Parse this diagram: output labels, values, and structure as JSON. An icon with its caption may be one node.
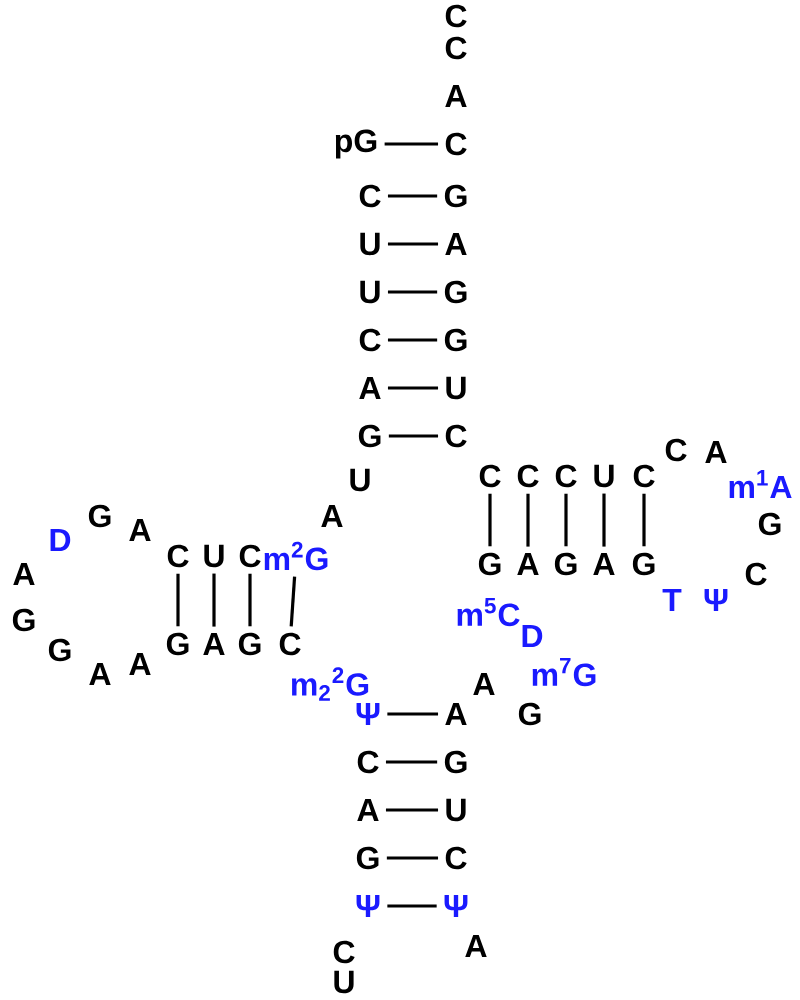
{
  "diagram": {
    "nodes": [
      {
        "text": [
          "pG"
        ]
      },
      {
        "text": [
          "C"
        ]
      },
      {
        "text": [
          "U"
        ]
      },
      {
        "text": [
          "U"
        ]
      },
      {
        "text": [
          "C"
        ]
      },
      {
        "text": [
          "A"
        ]
      },
      {
        "text": [
          "G"
        ]
      },
      {
        "text": [
          "U"
        ]
      },
      {
        "text": [
          "A"
        ]
      },
      {
        "text": [
          "m$^{2}$G"
        ]
      },
      {
        "text": [
          "C"
        ]
      },
      {
        "text": [
          "U"
        ]
      },
      {
        "text": [
          "C"
        ]
      },
      {
        "text": [
          "A"
        ]
      },
      {
        "text": [
          "G"
        ]
      },
      {
        "text": [
          "D"
        ]
      },
      {
        "text": [
          "A"
        ]
      },
      {
        "text": [
          "G"
        ]
      },
      {
        "text": [
          "G"
        ]
      },
      {
        "text": [
          "A"
        ]
      },
      {
        "text": [
          "A"
        ]
      },
      {
        "text": [
          "G"
        ]
      },
      {
        "text": [
          "A"
        ]
      },
      {
        "text": [
          "G"
        ]
      },
      {
        "text": [
          "C"
        ]
      },
      {
        "text": [
          "m$_{2}$$^{2}$G"
        ]
      },
      {
        "text": [
          "Ψ"
        ]
      },
      {
        "text": [
          "C"
        ]
      },
      {
        "text": [
          "A"
        ]
      },
      {
        "text": [
          "G"
        ]
      },
      {
        "text": [
          "Ψ"
        ]
      },
      {
        "text": [
          "C"
        ]
      },
      {
        "text": [
          "U"
        ]
      },
      {
        "text": [
          "A"
        ]
      },
      {
        "text": [
          "Ψ"
        ]
      },
      {
        "text": [
          "C"
        ]
      },
      {
        "text": [
          "U"
        ]
      },
      {
        "text": [
          "G"
        ]
      },
      {
        "text": [
          "A"
        ]
      },
      {
        "text": [
          "G"
        ]
      },
      {
        "text": [
          "A"
        ]
      },
      {
        "text": [
          "m$^{7}$G"
        ]
      },
      {
        "text": [
          "D"
        ]
      },
      {
        "text": [
          "m$^{5}$C"
        ]
      },
      {
        "text": [
          "G"
        ]
      },
      {
        "text": [
          "A"
        ]
      },
      {
        "text": [
          "G"
        ]
      },
      {
        "text": [
          "A"
        ]
      },
      {
        "text": [
          "G"
        ]
      },
      {
        "text": [
          "T"
        ]
      },
      {
        "text": [
          "Ψ"
        ]
      },
      {
        "text": [
          "C"
        ]
      },
      {
        "text": [
          "G"
        ]
      },
      {
        "text": [
          "m$^{1}$A"
        ]
      },
      {
        "text": [
          "A"
        ]
      },
      {
        "text": [
          "C"
        ]
      },
      {
        "text": [
          "C"
        ]
      },
      {
        "text": [
          "U"
        ]
      },
      {
        "text": [
          "C"
        ]
      },
      {
        "text": [
          "C"
        ]
      },
      {
        "text": [
          "C"
        ]
      },
      {
        "text": [
          "C"
        ]
      },
      {
        "text": [
          "U"
        ]
      },
      {
        "text": [
          "G"
        ]
      },
      {
        "text": [
          "G"
        ]
      },
      {
        "text": [
          "A"
        ]
      },
      {
        "text": [
          "G"
        ]
      },
      {
        "text": [
          "C"
        ]
      },
      {
        "text": [
          "A"
        ]
      },
      {
        "text": [
          "C"
        ]
      },
      {
        "text": [
          "C"
        ]
      }
    ],
    "edges": [
      {
        "from": 0,
        "to": 67,
        "arrow": "none"
      },
      {
        "from": 1,
        "to": 66,
        "arrow": "none"
      },
      {
        "from": 2,
        "to": 65,
        "arrow": "none"
      },
      {
        "from": 3,
        "to": 64,
        "arrow": "none"
      },
      {
        "from": 4,
        "to": 63,
        "arrow": "none"
      },
      {
        "from": 5,
        "to": 62,
        "arrow": "none"
      },
      {
        "from": 6,
        "to": 61,
        "arrow": "none"
      },
      {
        "from": 12,
        "to": 21,
        "arrow": "none"
      },
      {
        "from": 11,
        "to": 22,
        "arrow": "none"
      },
      {
        "from": 10,
        "to": 23,
        "arrow": "none"
      },
      {
        "from": 9,
        "to": 24,
        "arrow": "none"
      },
      {
        "from": 26,
        "to": 38,
        "arrow": "none"
      },
      {
        "from": 27,
        "to": 37,
        "arrow": "none"
      },
      {
        "from": 28,
        "to": 36,
        "arrow": "none"
      },
      {
        "from": 29,
        "to": 35,
        "arrow": "none"
      },
      {
        "from": 30,
        "to": 34,
        "arrow": "none"
      },
      {
        "from": 60,
        "to": 44,
        "arrow": "none"
      },
      {
        "from": 59,
        "to": 45,
        "arrow": "none"
      },
      {
        "from": 58,
        "to": 46,
        "arrow": "none"
      },
      {
        "from": 57,
        "to": 47,
        "arrow": "none"
      },
      {
        "from": 56,
        "to": 48,
        "arrow": "none"
      }
    ]
  }
}
